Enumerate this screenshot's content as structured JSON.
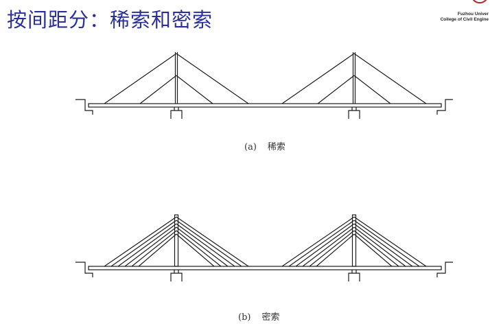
{
  "slide": {
    "title": "按间距分：稀索和密索"
  },
  "logo": {
    "line1": "Fuzhou Univer",
    "line2": "College of Civil Engine"
  },
  "figures": [
    {
      "label": "(a)",
      "name": "稀索",
      "cables_per_side": 2
    },
    {
      "label": "(b)",
      "name": "密索",
      "cables_per_side": 6
    }
  ],
  "colors": {
    "title": "#2a2f9a",
    "line": "#1a1a1a",
    "logo_accent": "#b3262b"
  }
}
